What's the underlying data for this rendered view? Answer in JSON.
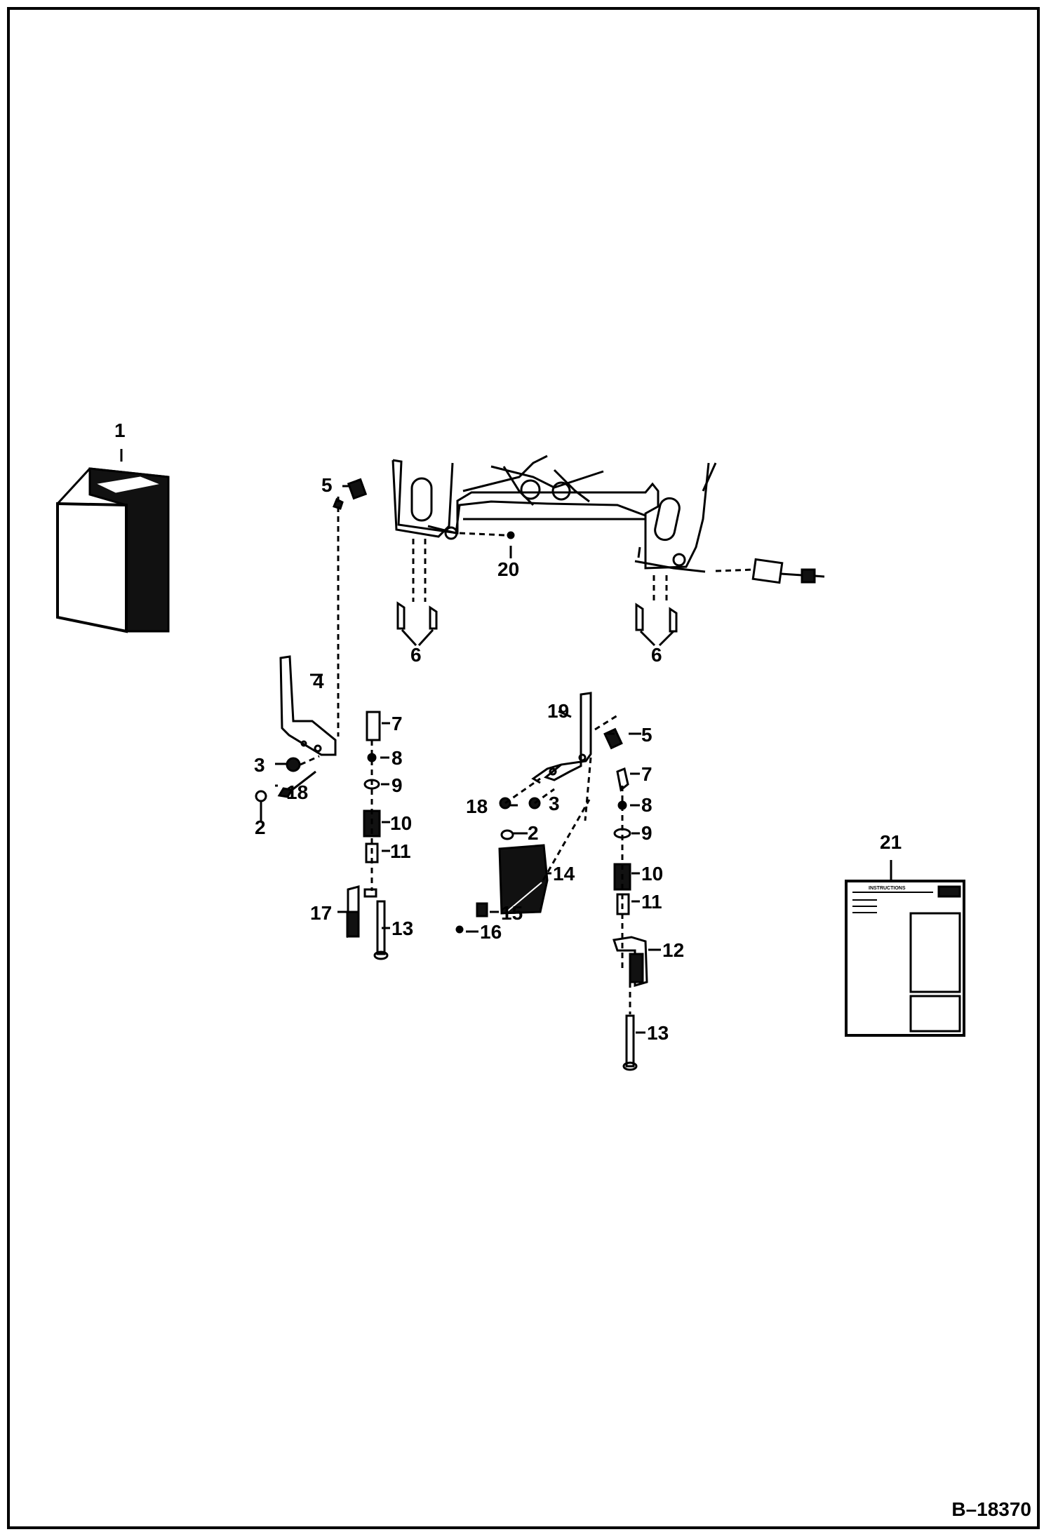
{
  "figure_id": "B–18370",
  "callouts": {
    "c1": "1",
    "c2a": "2",
    "c2b": "2",
    "c3a": "3",
    "c3b": "3",
    "c4": "4",
    "c5a": "5",
    "c5b": "5",
    "c6a": "6",
    "c6b": "6",
    "c7a": "7",
    "c7b": "7",
    "c8a": "8",
    "c8b": "8",
    "c9a": "9",
    "c9b": "9",
    "c10a": "10",
    "c10b": "10",
    "c11a": "11",
    "c11b": "11",
    "c12": "12",
    "c13a": "13",
    "c13b": "13",
    "c14": "14",
    "c15": "15",
    "c16": "16",
    "c17": "17",
    "c18a": "18",
    "c18b": "18",
    "c19": "19",
    "c20": "20",
    "c21": "21"
  },
  "decal": {
    "title": "INSTRUCTIONS"
  }
}
